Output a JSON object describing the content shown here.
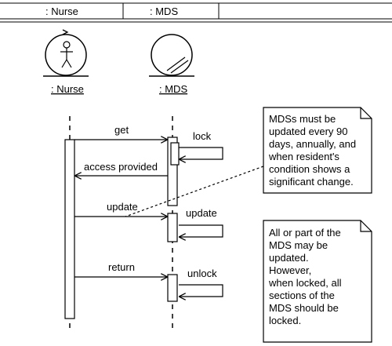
{
  "header": {
    "columns": [
      ": Nurse",
      ": MDS"
    ]
  },
  "lifelines": {
    "nurse_label": ": Nurse",
    "mds_label": ": MDS"
  },
  "messages": {
    "get": "get",
    "lock": "lock",
    "access_provided": "access provided",
    "update_call": "update",
    "update_self": "update",
    "return": "return",
    "unlock": "unlock"
  },
  "notes": {
    "note1": "MDSs must be\nupdated every 90\ndays, annually, and\nwhen resident's\ncondition shows a\nsignificant change.",
    "note2": "All or part of the\nMDS may be\nupdated.\nHowever,\nwhen locked, all\nsections of the\nMDS should be\nlocked."
  }
}
